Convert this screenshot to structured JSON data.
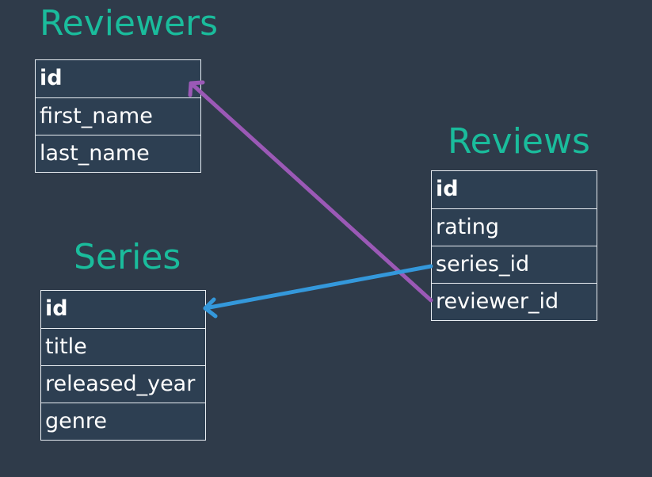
{
  "colors": {
    "background": "#2f3b4a",
    "title": "#1abc9c",
    "row_background": "#2d3f52",
    "row_text": "#ffffff",
    "border": "#e8edf2",
    "reviewer_fk_arrow": "#9b59b6",
    "series_fk_arrow": "#3498db"
  },
  "tables": {
    "reviewers": {
      "title": "Reviewers",
      "columns": [
        "id",
        "first_name",
        "last_name"
      ]
    },
    "series": {
      "title": "Series",
      "columns": [
        "id",
        "title",
        "released_year",
        "genre"
      ]
    },
    "reviews": {
      "title": "Reviews",
      "columns": [
        "id",
        "rating",
        "series_id",
        "reviewer_id"
      ]
    }
  },
  "relationships": [
    {
      "from": "reviews.reviewer_id",
      "to": "reviewers.id",
      "color": "#9b59b6"
    },
    {
      "from": "reviews.series_id",
      "to": "series.id",
      "color": "#3498db"
    }
  ]
}
